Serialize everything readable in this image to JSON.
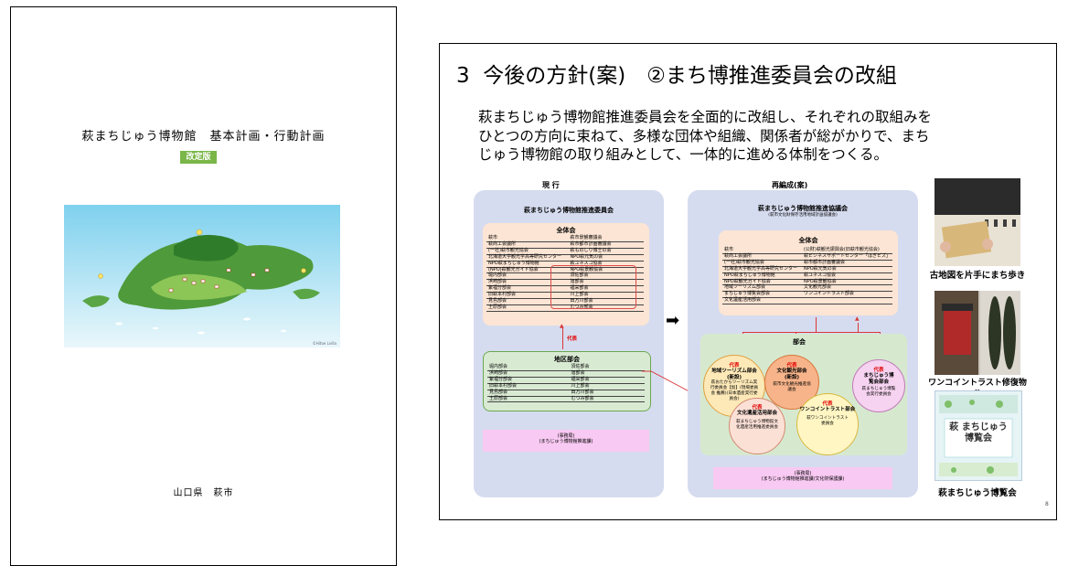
{
  "cover": {
    "title": "萩まちじゅう博物館　基本計画・行動計画",
    "badge": "改定版",
    "credit": "©Hitoe Lvilla",
    "organization": "山口県　萩市"
  },
  "slide": {
    "title": "3  今後の方針(案)　②まち博推進委員会の改組",
    "body": "萩まちじゅう博物館推進委員会を全面的に改組し、それぞれの取組みをひとつの方向に束ねて、多様な団体や組織、関係者が総がかりで、まちじゅう博物館の取り組みとして、一体的に進める体制をつくる。",
    "current_label": "現 行",
    "new_label": "再編成(案)",
    "page_number": "8",
    "current": {
      "committee": "萩まちじゅう博物館推進委員会",
      "general_head": "全体会",
      "general_rows": [
        [
          "萩市",
          "萩市景観審議会"
        ],
        [
          "萩商工会議所",
          "萩市都市計画審議会"
        ],
        [
          "(一社)萩市観光協会",
          "萩ものしり博士の会"
        ],
        [
          "北海道大学観光学高等研究センター",
          "NPO萩元気の会"
        ],
        [
          "NPO萩まちじゅう博物館",
          "萩ユネスコ協会"
        ],
        [
          "(NPO)萩観光ガイド協会",
          "NPO萩景観協会"
        ],
        [
          "堀内部会",
          "須佐部会"
        ],
        [
          "浜崎部会",
          "旭部会"
        ],
        [
          "紫福分部会",
          "福栄部会"
        ],
        [
          "旧萩本村部会",
          "川上部会"
        ],
        [
          "見島部会",
          "田万川部会"
        ],
        [
          "土原部会",
          "むつみ部会"
        ]
      ],
      "daihyo": "代表",
      "district_head": "地区部会",
      "district_rows": [
        [
          "堀内部会",
          "須佐部会"
        ],
        [
          "浜崎部会",
          "旭部会"
        ],
        [
          "紫福分部会",
          "福栄部会"
        ],
        [
          "旧萩本村部会",
          "川上部会"
        ],
        [
          "見島部会",
          "田万川部会"
        ],
        [
          "土原部会",
          "むつみ部会"
        ]
      ],
      "secretariat": "(事務局)",
      "secretariat_sub": "(まちじゅう博物館推進課)"
    },
    "new": {
      "council": "萩まちじゅう博物館推進協議会",
      "council_sub": "(萩市文化財保存活用地域計画協議会)",
      "general_head": "全体会",
      "general_rows": [
        [
          "萩市",
          "(公財)萩観光振興会(旧萩市観光協会)"
        ],
        [
          "萩商工会議所",
          "萩ビジネスサポートセンター「はぎビズ」"
        ],
        [
          "(一社)萩市観光協会",
          "萩市都市計画審議会"
        ],
        [
          "北海道大学観光学高等研究センター",
          "NPO萩元気の会"
        ],
        [
          "NPO萩まちじゅう博物館",
          "萩ユネスコ協会"
        ],
        [
          "NPO萩観光ガイド協会",
          "NPO萩景観協会"
        ],
        [
          "地域ツーリズム部会",
          "文化観光部会"
        ],
        [
          "まちじゅう博覧会部会",
          "ワンコイントラスト部会"
        ],
        [
          "文化遺産活用部会",
          ""
        ]
      ],
      "bukai_head": "部会",
      "daihyo": "代表",
      "circles": [
        {
          "title": "地域ツーリズム部会",
          "note": "(新設)",
          "sub": "萩おたからツーリズム実行委員会【仮】(現場委員会 推薦)(日本遺産実行委員会)"
        },
        {
          "title": "文化観光部会",
          "note": "(新設)",
          "sub": "萩市文化観光推進協議会"
        },
        {
          "title": "まちじゅう博覧会部会",
          "note": "",
          "sub": "萩まちじゅう博覧会実行委員会"
        },
        {
          "title": "文化遺産活用部会",
          "note": "",
          "sub": "萩まちじゅう博物館文化遺産活用推進委員会"
        },
        {
          "title": "ワンコイントラスト部会",
          "note": "",
          "sub": "萩ワンコイントラスト委員会"
        }
      ],
      "secretariat": "(事務局)",
      "secretariat_sub": "(まちじゅう博物館推進課/文化財保護課)"
    },
    "photos": [
      {
        "caption": "古地図を片手にまち歩き"
      },
      {
        "caption": "ワンコイントラスト修復物件"
      },
      {
        "caption": "萩まちじゅう博覧会",
        "poster_text": "萩 まちじゅう 博覧会"
      }
    ]
  },
  "colors": {
    "panel_blue": "#d6dcef",
    "general_box": "#fce5d4",
    "district_box": "#d9ead3",
    "bukai_box": "#d6e9cf",
    "secretariat_pink": "#f8c9f2",
    "accent_red": "#e00000",
    "badge_green": "#7ab648"
  }
}
